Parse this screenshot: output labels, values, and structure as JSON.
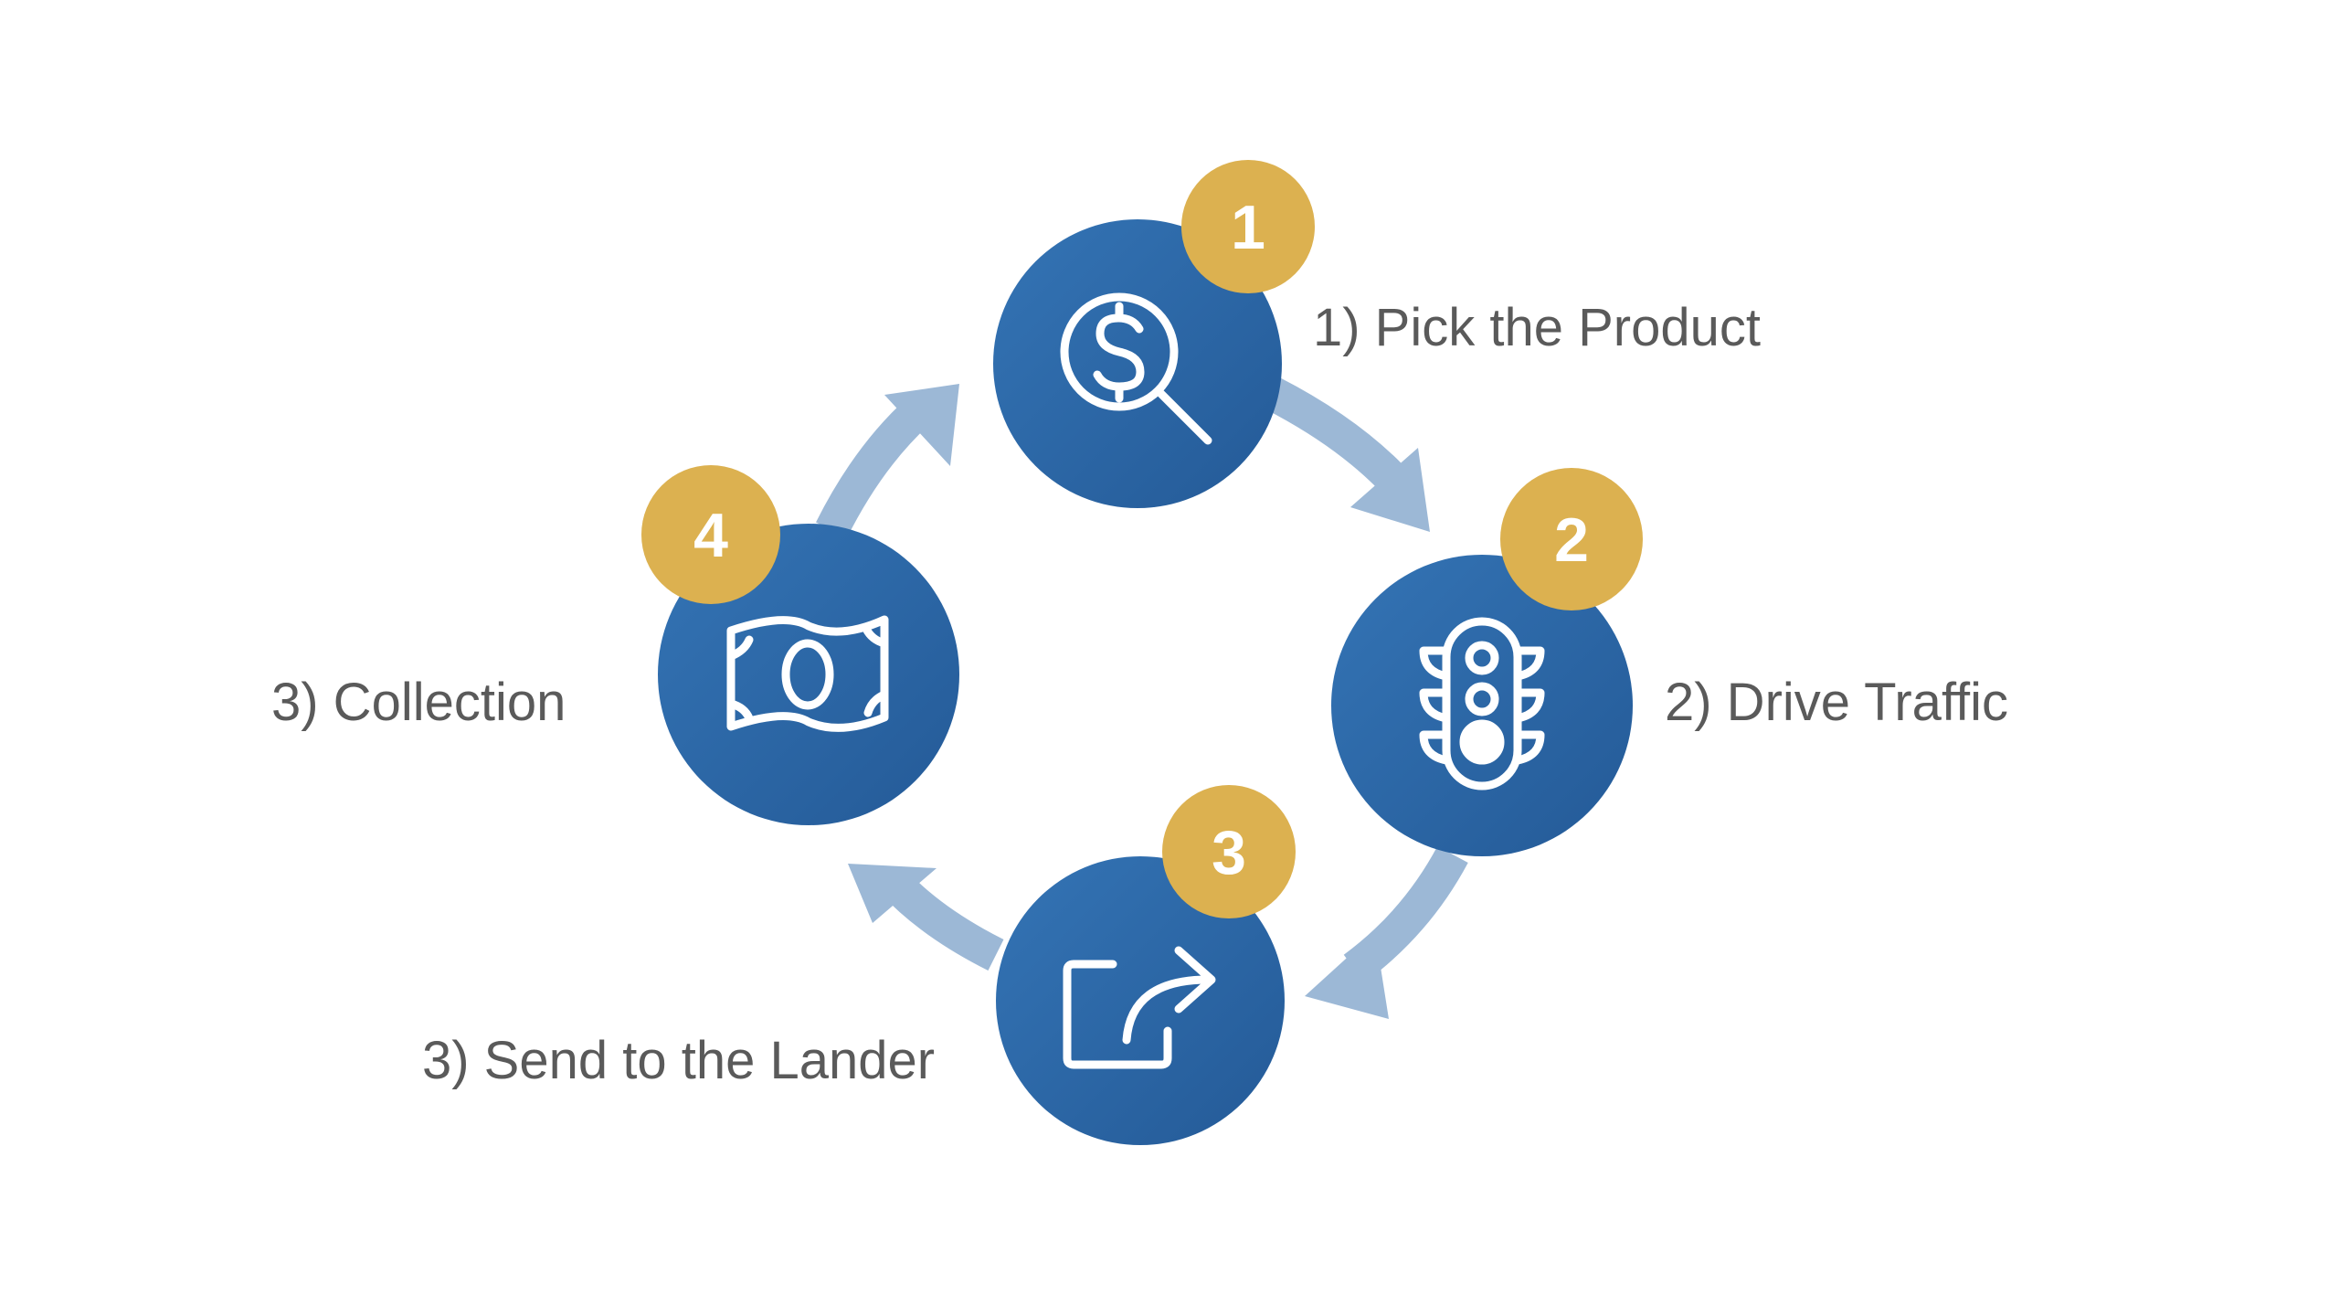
{
  "colors": {
    "circle": "#2f69a8",
    "circle_dark": "#245a97",
    "badge": "#dcb150",
    "arrow": "#9cb8d6",
    "icon_stroke": "#ffffff",
    "label_text": "#5a5a5a",
    "background": "#ffffff"
  },
  "steps": [
    {
      "badge": "1",
      "label": "1) Pick the Product",
      "icon": "dollar-search-icon"
    },
    {
      "badge": "2",
      "label": "2) Drive Traffic",
      "icon": "traffic-light-icon"
    },
    {
      "badge": "3",
      "label": "3) Send to the Lander",
      "icon": "share-arrow-icon"
    },
    {
      "badge": "4",
      "label": "3) Collection",
      "icon": "banknote-icon"
    }
  ]
}
